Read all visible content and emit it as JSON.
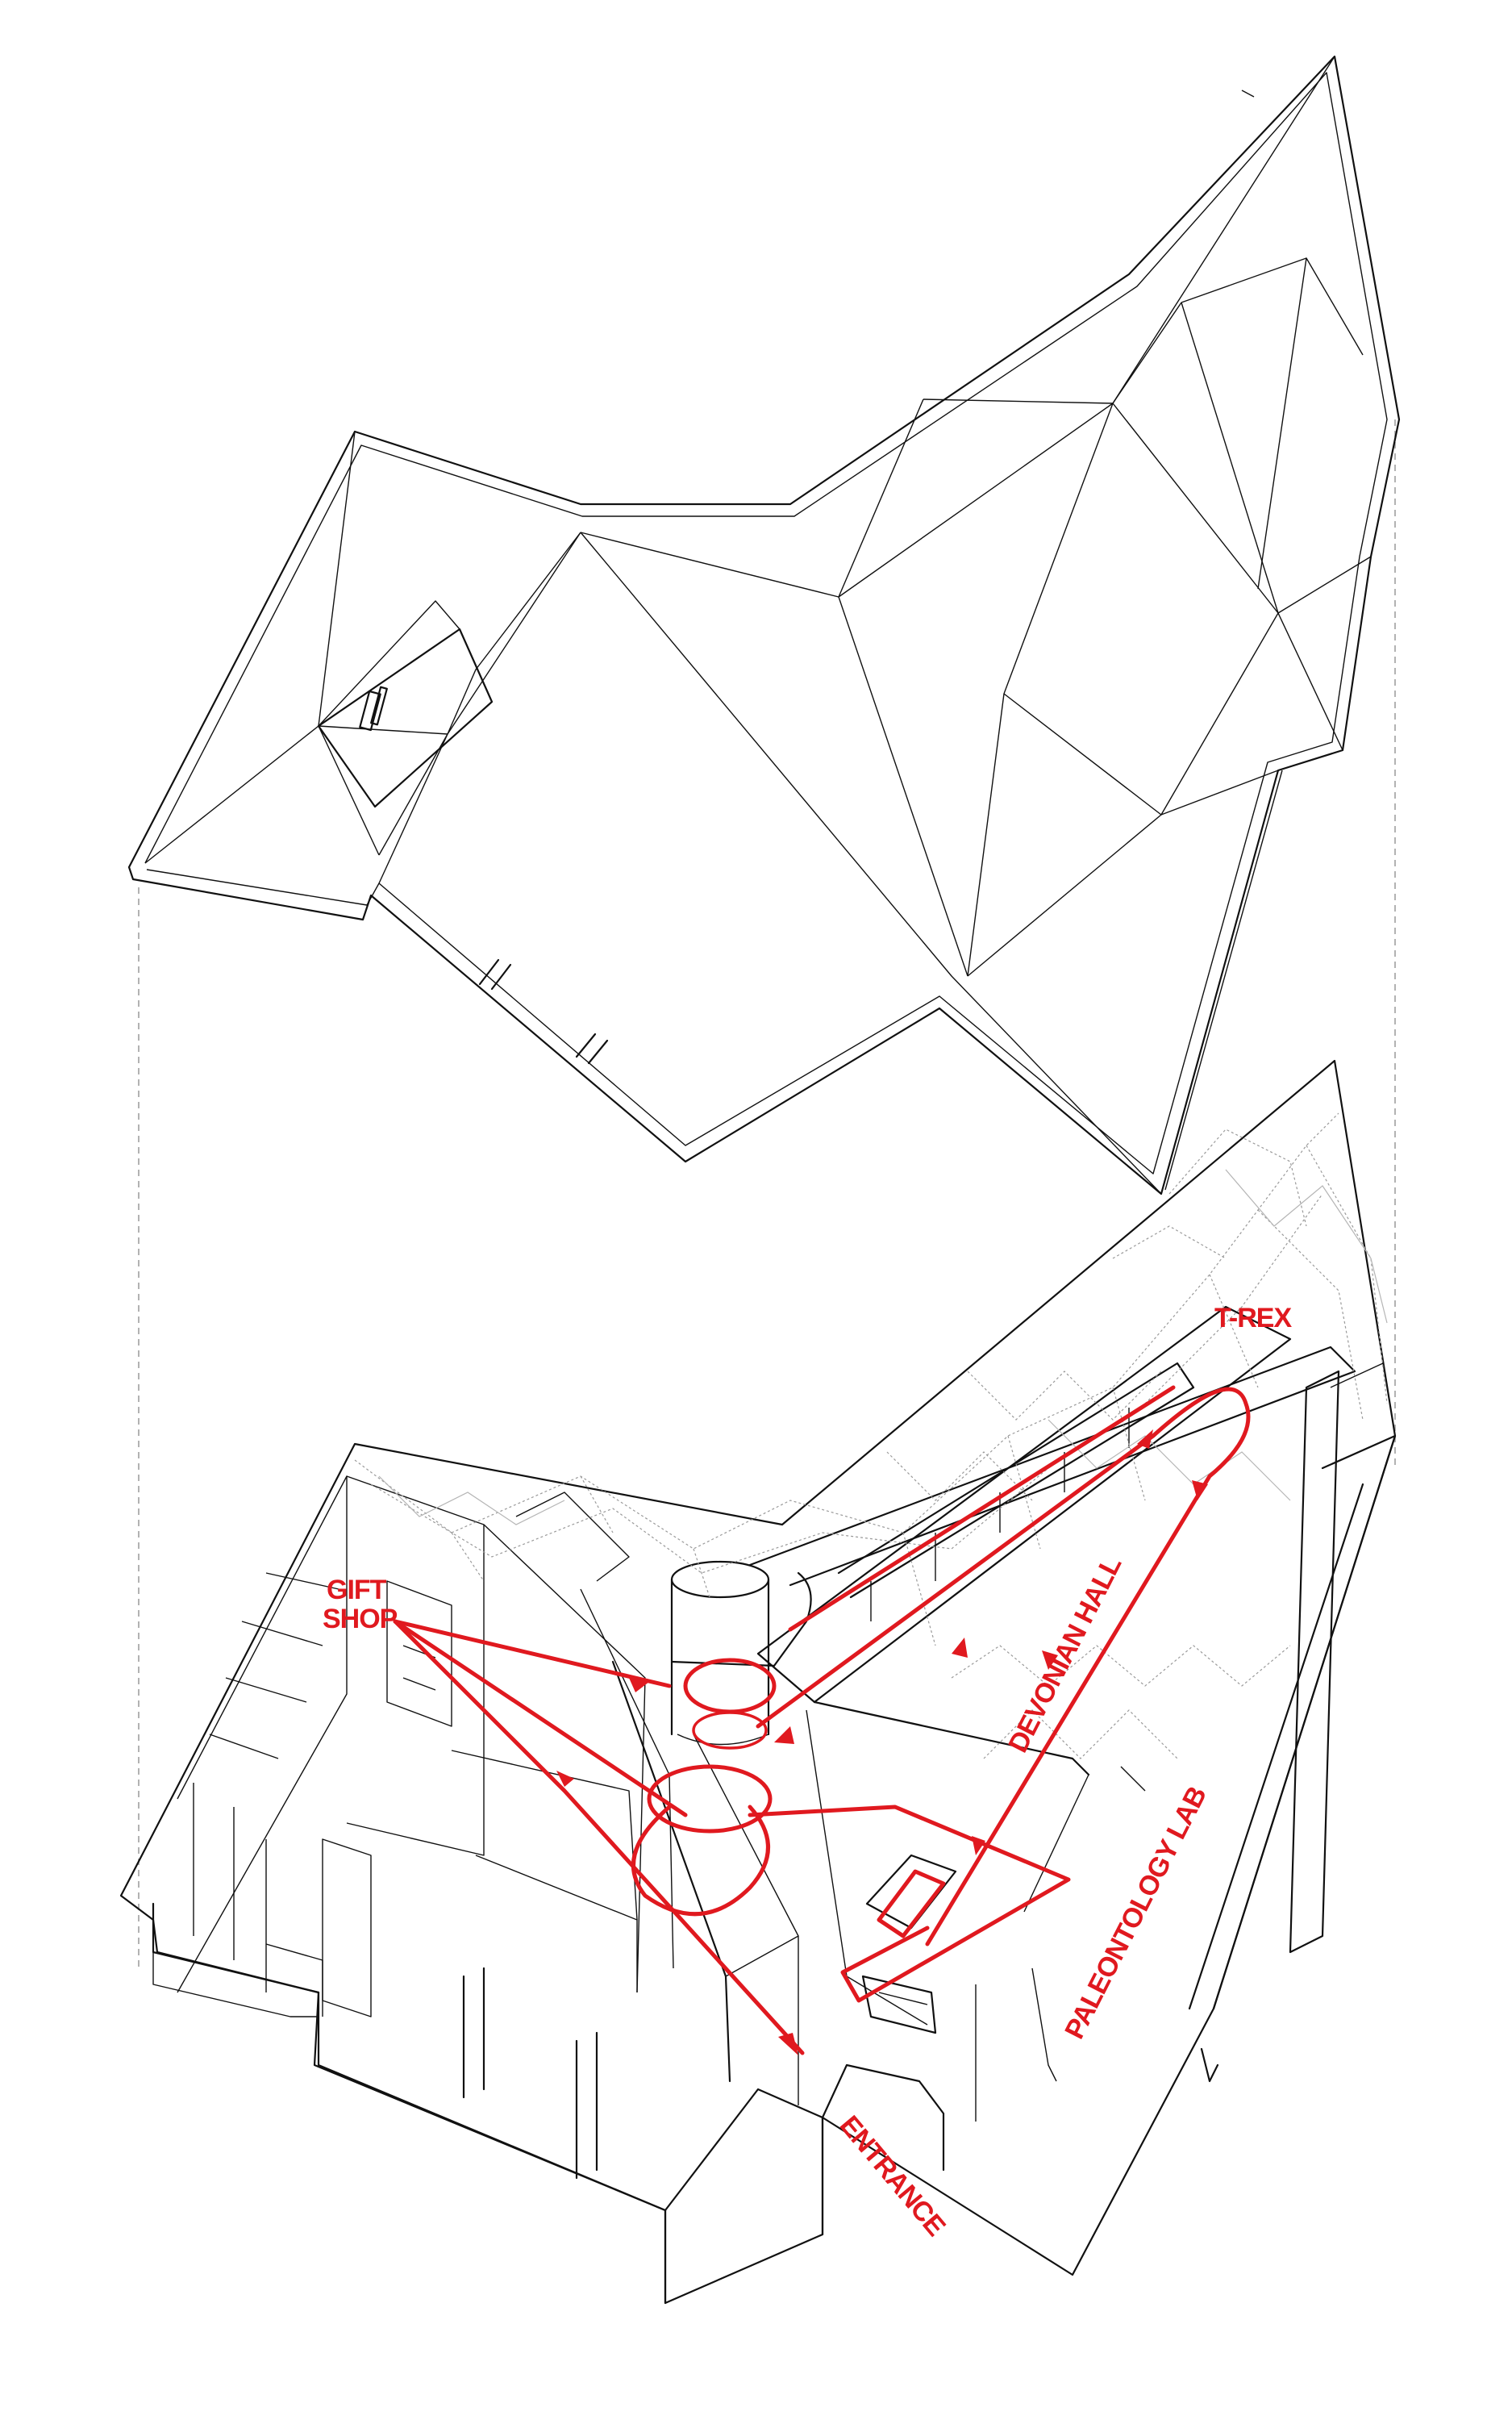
{
  "labels": {
    "trex": "T-REX",
    "gift_shop_line1": "GIFT",
    "gift_shop_line2": "SHOP",
    "devonian_hall": "DEVONIAN HALL",
    "paleontology_lab": "PALEONTOLOGY LAB",
    "entrance": "ENTRANCE"
  },
  "colors": {
    "route": "#e0191f",
    "linework": "#111111",
    "ghost_linework": "#9a9a9a"
  }
}
